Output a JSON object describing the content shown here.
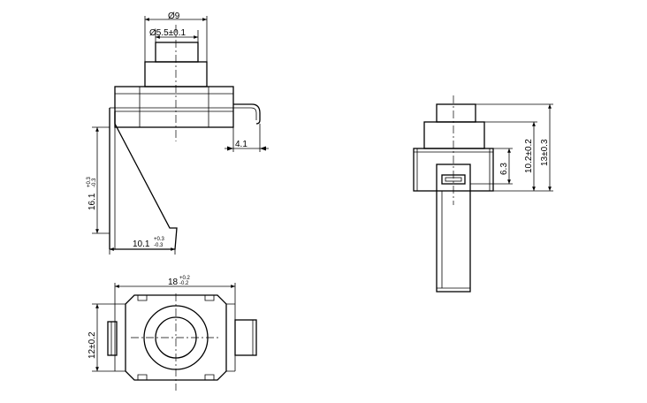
{
  "diagram": {
    "front_view": {
      "dim_outer_diameter": "Ø9",
      "dim_inner_diameter": "Ø5.5±0.1",
      "dim_terminal_offset": "4.1",
      "dim_height": "16.1",
      "dim_height_tol_upper": "+0.3",
      "dim_height_tol_lower": "-0.3",
      "dim_lead_width": "10.1",
      "dim_lead_width_tol_upper": "+0.3",
      "dim_lead_width_tol_lower": "-0.3"
    },
    "top_view": {
      "dim_length": "18",
      "dim_length_tol_upper": "+0.2",
      "dim_length_tol_lower": "-0.2",
      "dim_width": "12±0.2"
    },
    "side_view": {
      "dim_slot_height": "6.3",
      "dim_body_height": "10.2±0.2",
      "dim_total_height": "13±0.3"
    }
  }
}
